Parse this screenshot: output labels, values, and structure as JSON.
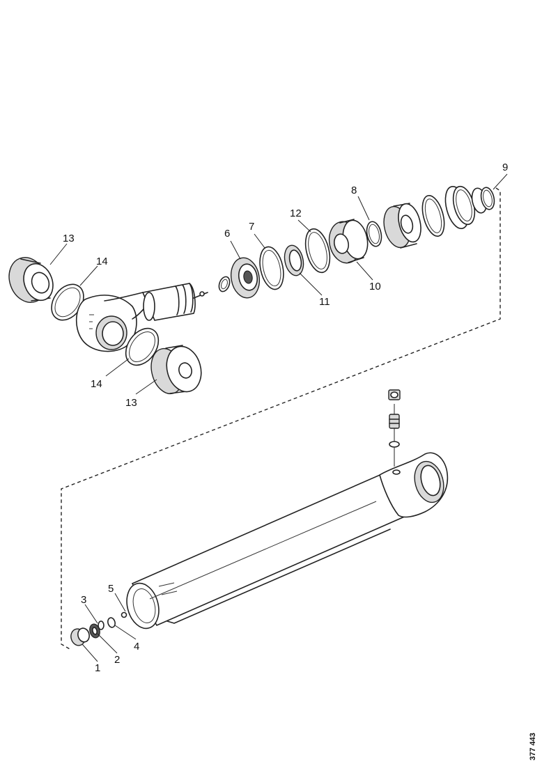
{
  "callouts": {
    "c1": "1",
    "c2": "2",
    "c3": "3",
    "c4": "4",
    "c5": "5",
    "c6": "6",
    "c7": "7",
    "c8": "8",
    "c9": "9",
    "c10": "10",
    "c11": "11",
    "c12": "12",
    "c13a": "13",
    "c13b": "13",
    "c14a": "14",
    "c14b": "14"
  },
  "reference_number": "377 443"
}
